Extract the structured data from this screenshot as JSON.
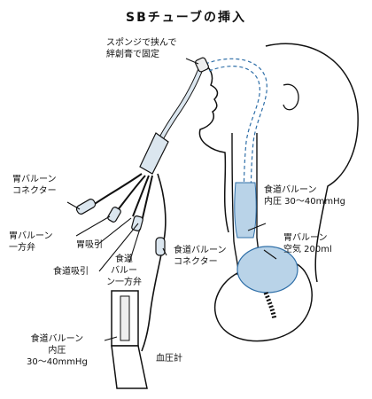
{
  "title": "SBチューブの挿入",
  "labels": {
    "sponge_1": "スポンジで挟んで",
    "sponge_2": "絆創膏で固定",
    "gastric_connector_1": "胃バルーン",
    "gastric_connector_2": "コネクター",
    "gastric_valve_1": "胃バルーン",
    "gastric_valve_2": "一方弁",
    "gastric_suction": "胃吸引",
    "esoph_suction": "食道吸引",
    "esoph_valve_1": "食道",
    "esoph_valve_2": "バルー",
    "esoph_valve_3": "ン一方弁",
    "esoph_connector_1": "食道バルーン",
    "esoph_connector_2": "コネクター",
    "esoph_pressure_1": "食道バルーン",
    "esoph_pressure_2": "内圧 30〜40mmHg",
    "gastric_air_1": "胃バルーン",
    "gastric_air_2": "空気 200ml",
    "manometer_pressure_1": "食道バルーン",
    "manometer_pressure_2": "内圧",
    "manometer_pressure_3": "30〜40mmHg",
    "manometer": "血圧計"
  },
  "colors": {
    "tube_fill": "#dbe6ef",
    "balloon_fill": "#b9d3e8",
    "line": "#111111",
    "dash": "#2f6fa8"
  }
}
